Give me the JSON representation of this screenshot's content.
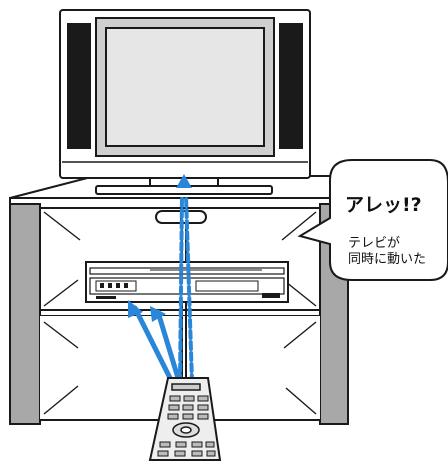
{
  "bubble": {
    "exclaim": "アレッ!?",
    "line1": "テレビが",
    "line2": "同時に動いた"
  },
  "colors": {
    "signal": "#2a86d8",
    "stand_side": "#a8a8a8",
    "screen": "#e6e6e6",
    "speaker": "#1a1a1a"
  },
  "icons": [
    "television-icon",
    "dvd-recorder-icon",
    "remote-control-icon",
    "speech-bubble-icon",
    "ir-signal-icon"
  ]
}
